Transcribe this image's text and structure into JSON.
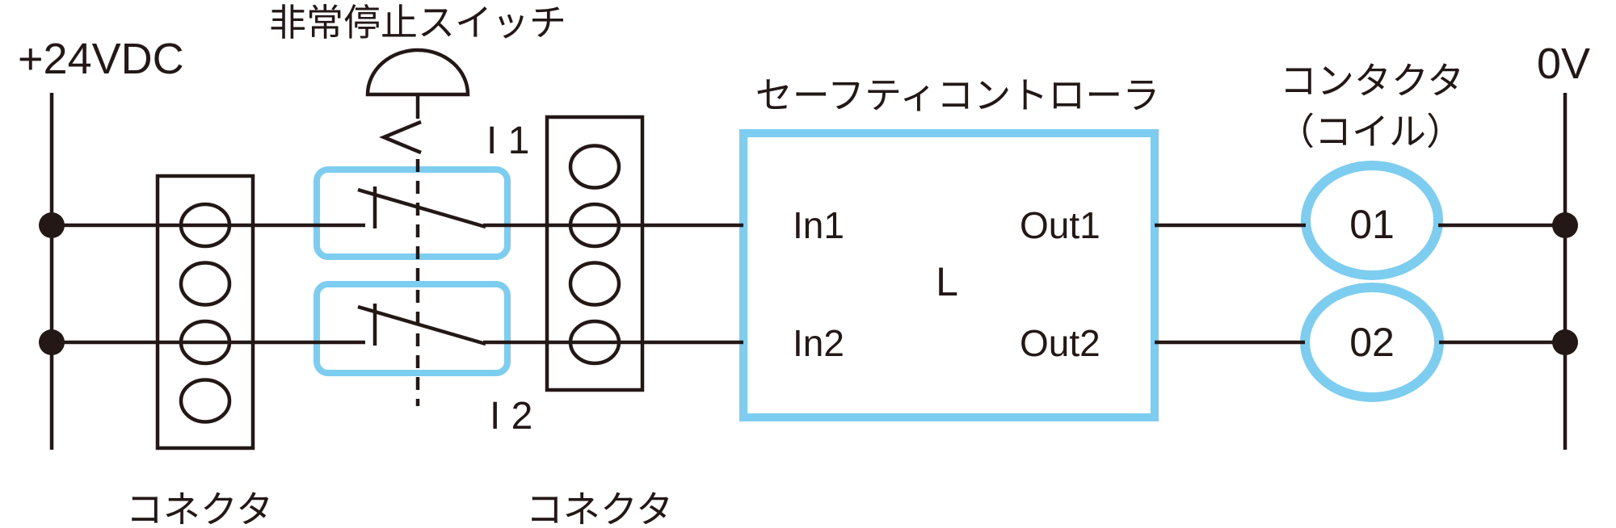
{
  "diagram": {
    "type": "safety-relay-wiring-circuit",
    "colors": {
      "line": "#231815",
      "accent": "#7dcdf0",
      "background": "#ffffff"
    },
    "labels": {
      "supply_positive": "+24VDC",
      "supply_zero": "0V",
      "emergency_stop": "非常停止スイッチ",
      "safety_controller": "セーフティコントローラ",
      "contactor": "コンタクタ",
      "contactor_sub": "（コイル）",
      "connector_left": "コネクタ",
      "connector_right": "コネクタ",
      "input_1": "I 1",
      "input_2": "I 2",
      "controller_in1": "In1",
      "controller_in2": "In2",
      "controller_out1": "Out1",
      "controller_out2": "Out2",
      "controller_logic": "L",
      "coil_1": "01",
      "coil_2": "02"
    }
  }
}
